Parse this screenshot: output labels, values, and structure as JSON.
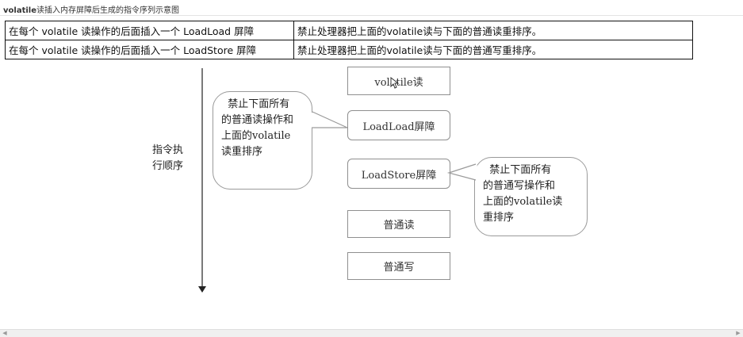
{
  "caption": {
    "bold_part": "volatile",
    "rest": "读插入内存屏障后生成的指令序列示意图"
  },
  "table": {
    "rows": [
      {
        "col1": "在每个 volatile 读操作的后面插入一个 LoadLoad 屏障",
        "col2": "禁止处理器把上面的volatile读与下面的普通读重排序。"
      },
      {
        "col1": "在每个 volatile 读操作的后面插入一个 LoadStore 屏障",
        "col2": "禁止处理器把上面的volatile读与下面的普通写重排序。"
      }
    ]
  },
  "diagram": {
    "order_label": "指令执\n行顺序",
    "boxes": {
      "volatile_read": "volatile读",
      "loadload": "LoadLoad屏障",
      "loadstore": "LoadStore屏障",
      "normal_read": "普通读",
      "normal_write": "普通写"
    },
    "bubbles": {
      "left": "  禁止下面所有\n的普通读操作和\n上面的volatile\n读重排序",
      "right": "  禁止下面所有\n的普通写操作和\n上面的volatile读\n重排序"
    }
  },
  "colors": {
    "box_border": "#8f8f8f",
    "bubble_border": "#9a9a9a",
    "table_border": "#111111"
  },
  "icons": [
    "mouse-cursor-icon",
    "down-arrow-icon",
    "scroll-left-icon",
    "scroll-right-icon"
  ]
}
